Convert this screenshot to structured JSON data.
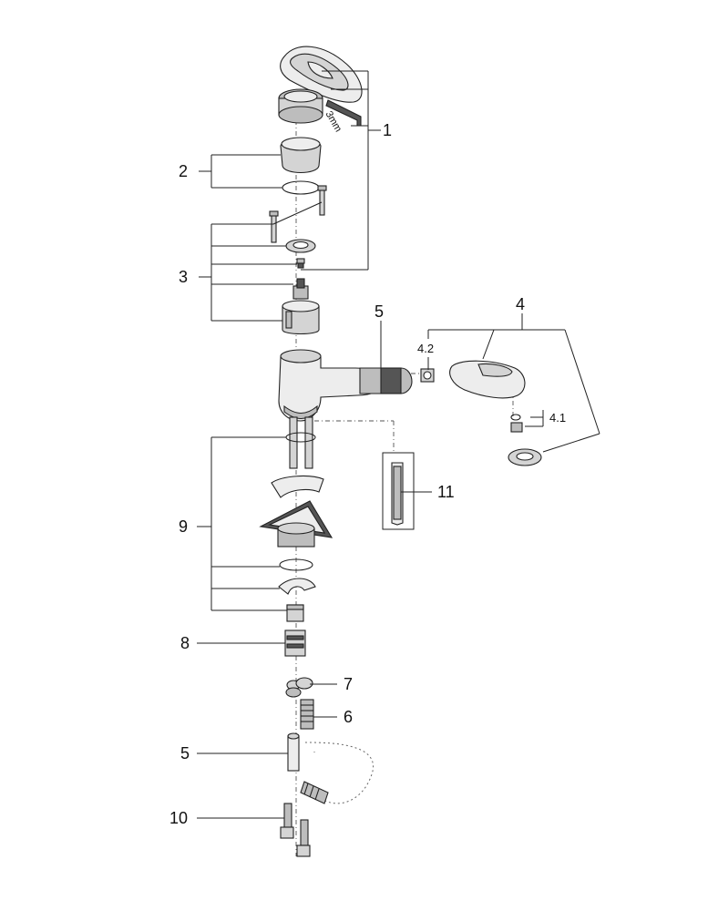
{
  "labels": {
    "l1": "1",
    "l2": "2",
    "l3": "3",
    "l4": "4",
    "l4_1": "4.1",
    "l4_2": "4.2",
    "l5_top": "5",
    "l5_bottom": "5",
    "l6": "6",
    "l7": "7",
    "l8": "8",
    "l9": "9",
    "l10": "10",
    "l11": "11"
  },
  "tool_size": "3mm"
}
